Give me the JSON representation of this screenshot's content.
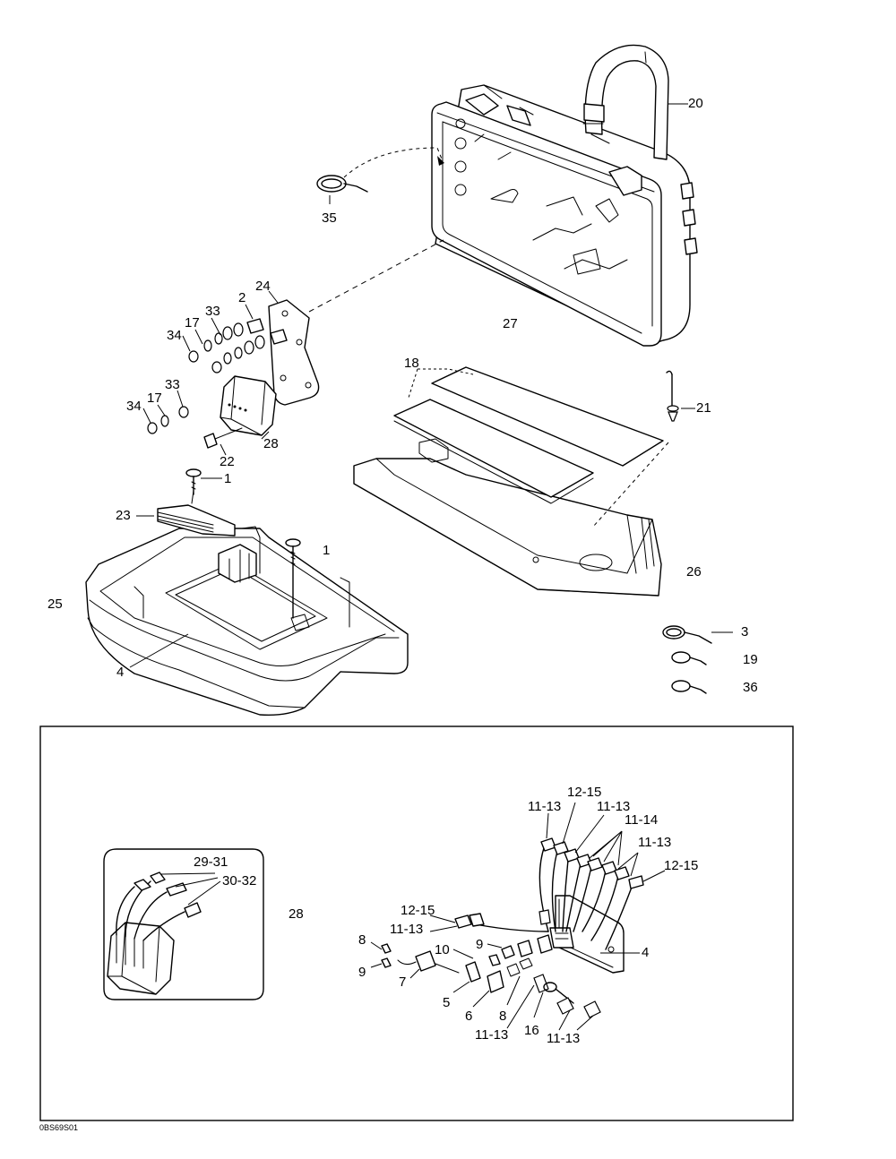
{
  "callouts": {
    "c1a": "1",
    "c1b": "1",
    "c2": "2",
    "c3": "3",
    "c4": "4",
    "c17a": "17",
    "c17b": "17",
    "c18": "18",
    "c19": "19",
    "c20": "20",
    "c21": "21",
    "c22": "22",
    "c23": "23",
    "c24": "24",
    "c25": "25",
    "c26": "26",
    "c27": "27",
    "c28": "28",
    "c33a": "33",
    "c33b": "33",
    "c34a": "34",
    "c34b": "34",
    "c35": "35",
    "c36": "36"
  },
  "detail_callouts": {
    "d29_31": "29-31",
    "d30_32": "30-32",
    "d28": "28",
    "d11_13a": "11-13",
    "d12_15a": "12-15",
    "d11_13b": "11-13",
    "d11_14": "11-14",
    "d11_13c": "11-13",
    "d12_15b": "12-15",
    "d12_15c": "12-15",
    "d11_13d": "11-13",
    "d8a": "8",
    "d9a": "9",
    "d10": "10",
    "d9b": "9",
    "d7": "7",
    "d5": "5",
    "d6": "6",
    "d8b": "8",
    "d16": "16",
    "d11_13e": "11-13",
    "d11_13f": "11-13",
    "d4": "4"
  },
  "drawing_code": "0BS69S01"
}
